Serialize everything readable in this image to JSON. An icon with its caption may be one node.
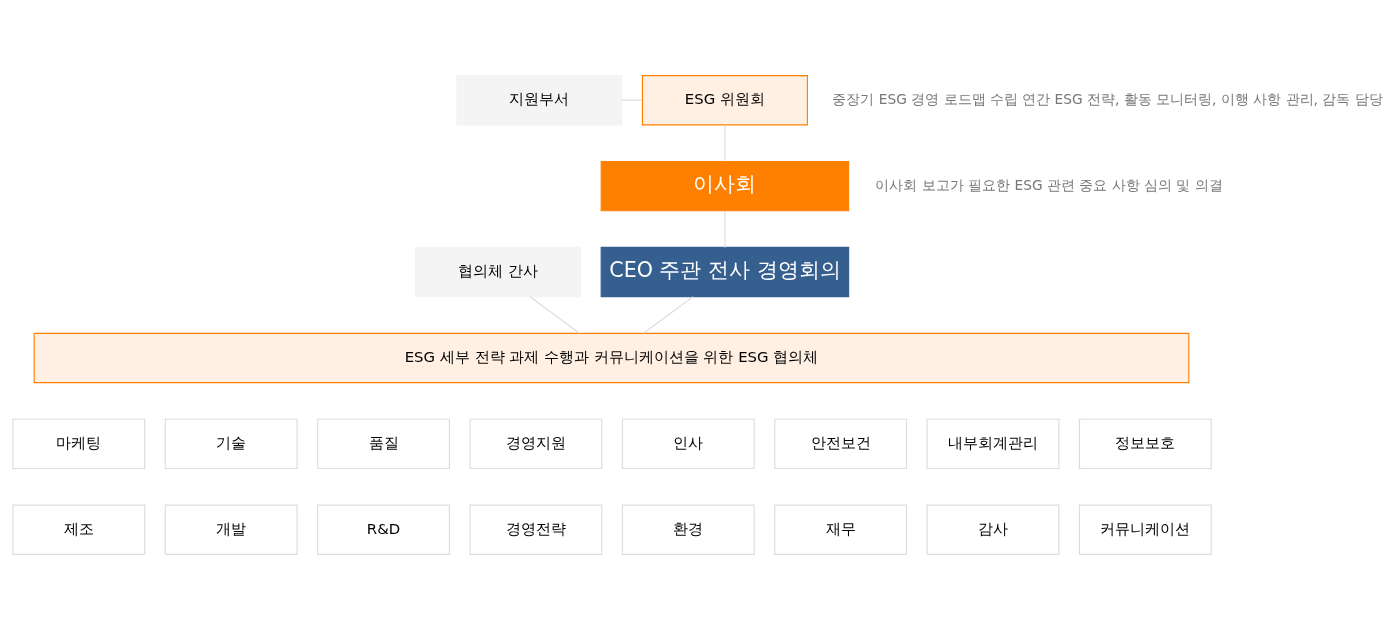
{
  "diagram": {
    "nodes": [
      {
        "text": [
          "이사회"
        ],
        "beside": [
          "이사회 보고가 필요한 ESG 관련 중요 사항 심의 및 의결"
        ]
      },
      {
        "text": [
          "지원부서"
        ]
      },
      {
        "text": [
          "ESG 위원회"
        ],
        "beside": [
          "중장기 ESG 경영 로드맵 수립 연간 ESG 전략, 활동 모니터링, 이행 사항 관리, 감독 담당"
        ]
      },
      {
        "text": [
          "CEO 주관 전사 경영회의"
        ]
      },
      {
        "text": [
          "협의체 간사"
        ]
      },
      {
        "text": [
          "ESG 세부 전략 과제 수행과 커뮤니케이션을 위한 ESG 협의체"
        ]
      },
      {
        "text": [
          "마케팅"
        ]
      },
      {
        "text": [
          "기술"
        ]
      },
      {
        "text": [
          "품질"
        ]
      },
      {
        "text": [
          "경영지원"
        ]
      },
      {
        "text": [
          "인사"
        ]
      },
      {
        "text": [
          "안전보건"
        ]
      },
      {
        "text": [
          "내부회계관리"
        ]
      },
      {
        "text": [
          "정보보호"
        ]
      },
      {
        "text": [
          "제조"
        ]
      },
      {
        "text": [
          "개발"
        ]
      },
      {
        "text": [
          "R&D"
        ]
      },
      {
        "text": [
          "경영전략"
        ]
      },
      {
        "text": [
          "환경"
        ]
      },
      {
        "text": [
          "재무"
        ]
      },
      {
        "text": [
          "감사"
        ]
      },
      {
        "text": [
          "커뮤니케이션"
        ]
      }
    ],
    "edges": [
      {
        "from": 0,
        "to": 3,
        "arrow": "none"
      },
      {
        "from": 3,
        "to": 5,
        "arrow": "none"
      },
      {
        "from": 1,
        "to": 2,
        "arrow": "none"
      },
      {
        "from": 2,
        "to": 0,
        "arrow": "none"
      },
      {
        "from": 4,
        "to": 5,
        "arrow": "none"
      }
    ]
  }
}
